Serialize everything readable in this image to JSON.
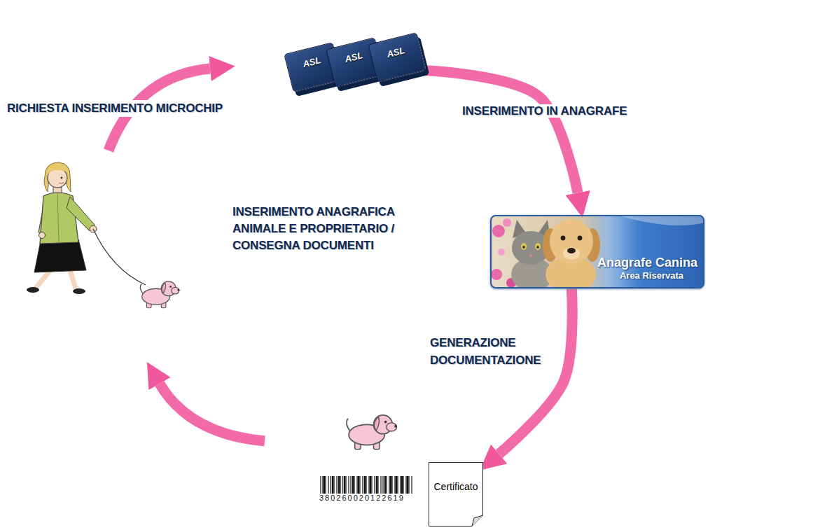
{
  "diagram": {
    "nodes": [
      {
        "text": [
          "ASL"
        ]
      },
      {
        "text": [
          "ASL"
        ]
      },
      {
        "text": [
          "ASL"
        ]
      },
      {
        "text": [
          "Anagrafe Canina",
          "Area Riservata"
        ]
      },
      {
        "text": [
          "Certificato"
        ]
      }
    ],
    "edges": [
      {
        "from": 2,
        "to": 3,
        "arrow": "to",
        "label": "INSERIMENTO IN ANAGRAFE"
      },
      {
        "from": 3,
        "to": 4,
        "arrow": "to",
        "label": "GENERAZIONE DOCUMENTAZIONE"
      }
    ],
    "labels": [
      "RICHIESTA INSERIMENTO MICROCHIP",
      "INSERIMENTO ANAGRAFICA ANIMALE E PROPRIETARIO / CONSEGNA DOCUMENTI",
      "380260020122619"
    ]
  }
}
